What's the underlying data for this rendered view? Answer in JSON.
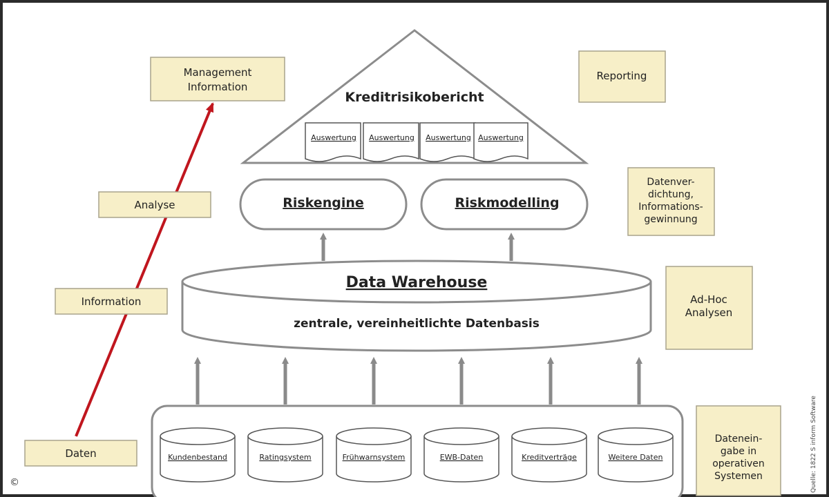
{
  "pyramid": {
    "title": "Kreditrisikobericht",
    "reports": [
      "Auswertung",
      "Auswertung",
      "Auswertung",
      "Auswertung"
    ]
  },
  "engines": {
    "left": "Riskengine",
    "right": "Riskmodelling"
  },
  "warehouse": {
    "title": "Data Warehouse",
    "subtitle": "zentrale, vereinheitlichte Datenbasis"
  },
  "sources": [
    "Kundenbestand",
    "Ratingsystem",
    "Frühwarnsystem",
    "EWB-Daten",
    "Kreditverträge",
    "Weitere Daten"
  ],
  "left_column": {
    "management": [
      "Management",
      "Information"
    ],
    "analyse": "Analyse",
    "information": "Information",
    "daten": "Daten"
  },
  "right_column": {
    "reporting": "Reporting",
    "verdichtung": [
      "Datenver-",
      "dichtung,",
      "Informations-",
      "gewinnung"
    ],
    "adhoc": [
      "Ad-Hoc",
      "Analysen"
    ],
    "eingabe": [
      "Datenein-",
      "gabe in",
      "operativen",
      "Systemen"
    ]
  },
  "credit": "Quelle: 1822 S inform Software",
  "copyright_symbol": "©",
  "colors": {
    "label_fill": "#f7efc8",
    "label_stroke": "#a9a38c",
    "outline": "#8c8c8c",
    "arrow": "#8a8a8a",
    "red_arrow": "#c0161e",
    "frame": "#2b2b2b"
  }
}
